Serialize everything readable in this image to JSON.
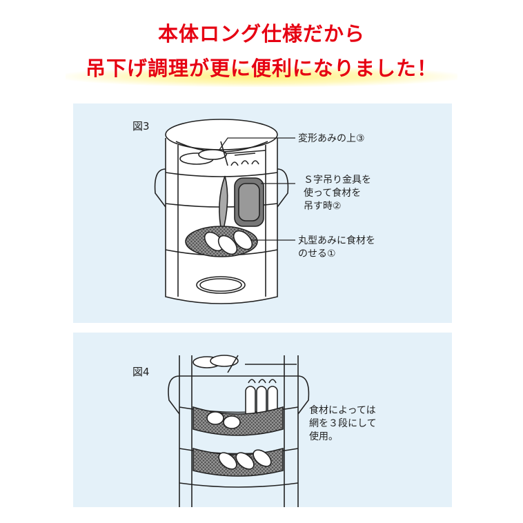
{
  "headline": {
    "line1": "本体ロング仕様だから",
    "line2": "吊下げ調理が更に便利になりました！"
  },
  "figure3": {
    "label": "図3",
    "note_top": "変形あみの上③",
    "note_mid": [
      "Ｓ字吊り金具を",
      "使って食材を",
      "吊す時②"
    ],
    "note_bottom": [
      "丸型あみに食材を",
      "のせる①"
    ]
  },
  "figure4": {
    "label": "図4",
    "note": [
      "食材によっては",
      "網を３段にして",
      "使用。"
    ]
  },
  "colors": {
    "headline": "#e60012",
    "panel": "#e4f1f9",
    "glow": "#fff078"
  }
}
